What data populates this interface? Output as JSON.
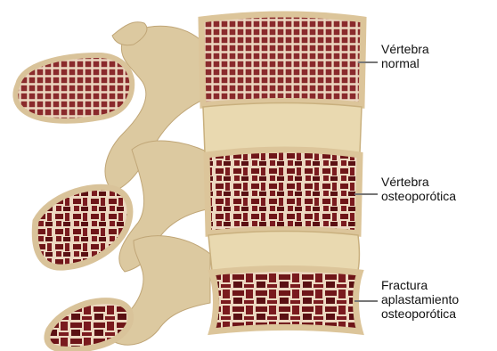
{
  "labels": {
    "normal": {
      "line1": "Vértebra",
      "line2": "normal"
    },
    "osteoporotic": {
      "line1": "Vértebra",
      "line2": "osteoporótica"
    },
    "fracture": {
      "line1": "Fractura",
      "line2": "aplastamiento",
      "line3": "osteoporótica"
    }
  },
  "colors": {
    "bone_cortex": "#e4d2a7",
    "bone_shadow": "#c9b07e",
    "marrow": "#7a1a1e",
    "marrow_dark": "#4e0d10",
    "trabecula": "#ecd7c0",
    "disc": "#e9d9b0",
    "leader_line": "#777777"
  }
}
